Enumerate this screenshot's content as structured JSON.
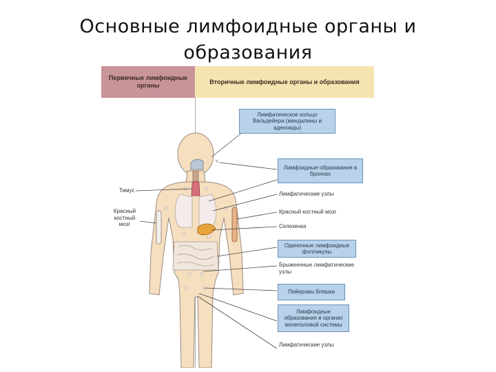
{
  "slide": {
    "title_line1": "Основные лимфоидные органы и",
    "title_line2": "образования"
  },
  "diagram": {
    "header_primary": "Первичные лимфоидные органы",
    "header_secondary": "Вторичные лимфоидные органы и образования",
    "left_labels": {
      "thymus": "Тимус",
      "red_marrow": "Красный костный мозг"
    },
    "right_items": {
      "waldeyer": "Лимфатическое кольцо Вальдейера (миндалины и аденоиды)",
      "bronchi": "Лимфоидные образования в бронхах",
      "lymph_nodes_1": "Лимфатические узлы",
      "red_marrow": "Красный костный мозг",
      "spleen": "Селезенка",
      "follicles": "Одиночные лимфоидные фолликулы",
      "mesenteric": "Брыжеечные лимфатические узлы",
      "peyer": "Пейеровы бляшки",
      "urogenital": "Лимфоидные образования в органах мочеполовой системы",
      "lymph_nodes_2": "Лимфатические узлы"
    },
    "colors": {
      "body": "#f6dfbf",
      "spleen": "#e8a33a",
      "box": "#b7d2ea"
    }
  }
}
